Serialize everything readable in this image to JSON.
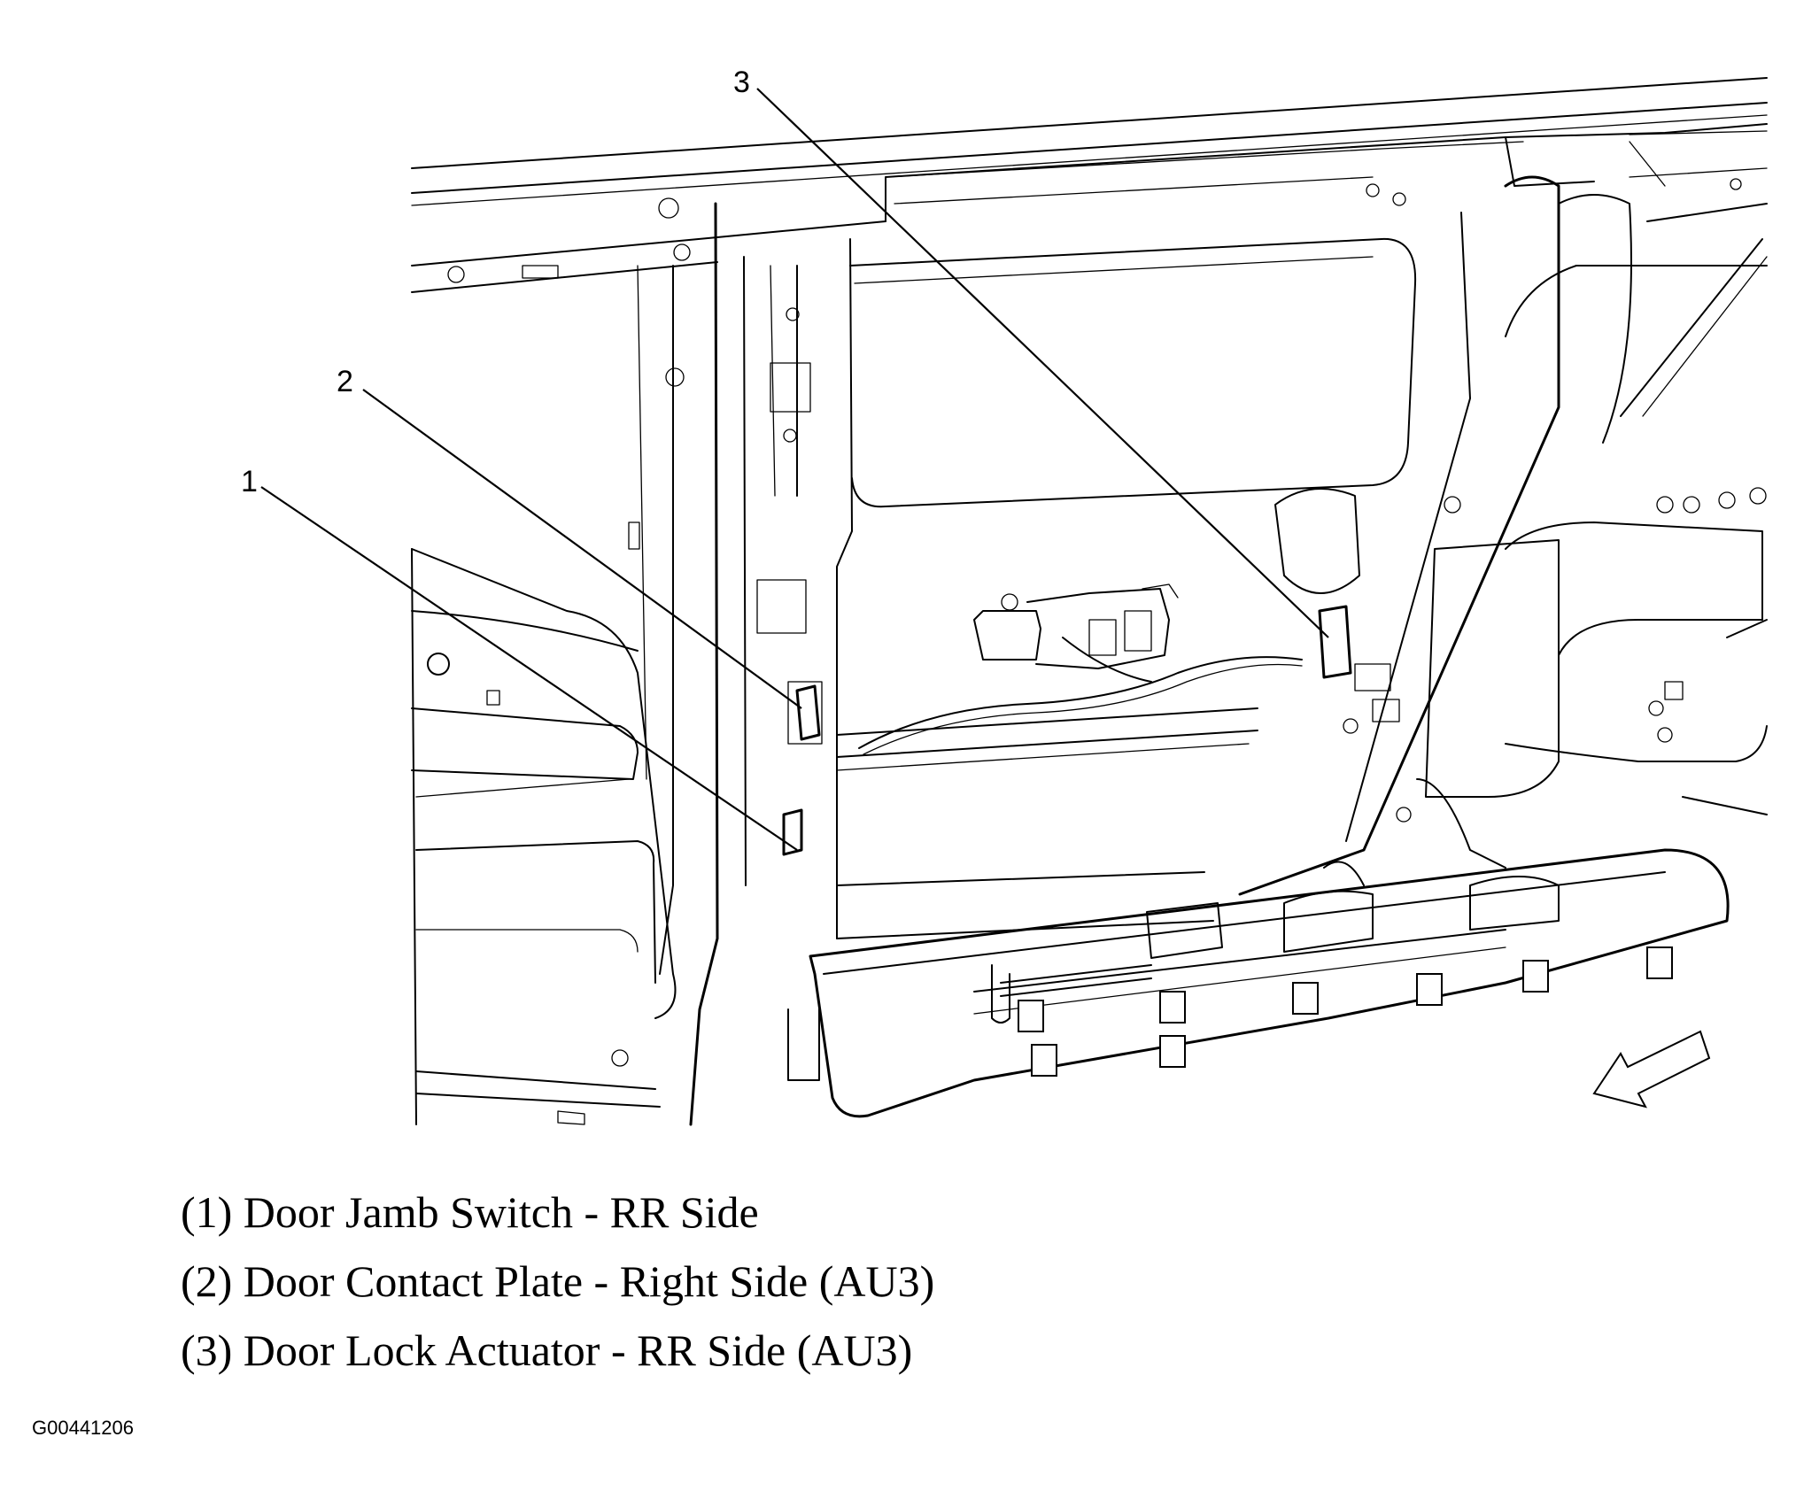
{
  "callouts": [
    {
      "number": "1",
      "label": "(1) Door Jamb Switch - RR Side"
    },
    {
      "number": "2",
      "label": "(2) Door Contact Plate - Right Side (AU3)"
    },
    {
      "number": "3",
      "label": "(3) Door Lock Actuator - RR Side (AU3)"
    }
  ],
  "figure_id": "G00441206",
  "direction_arrow_icon": "front-direction-arrow-icon"
}
